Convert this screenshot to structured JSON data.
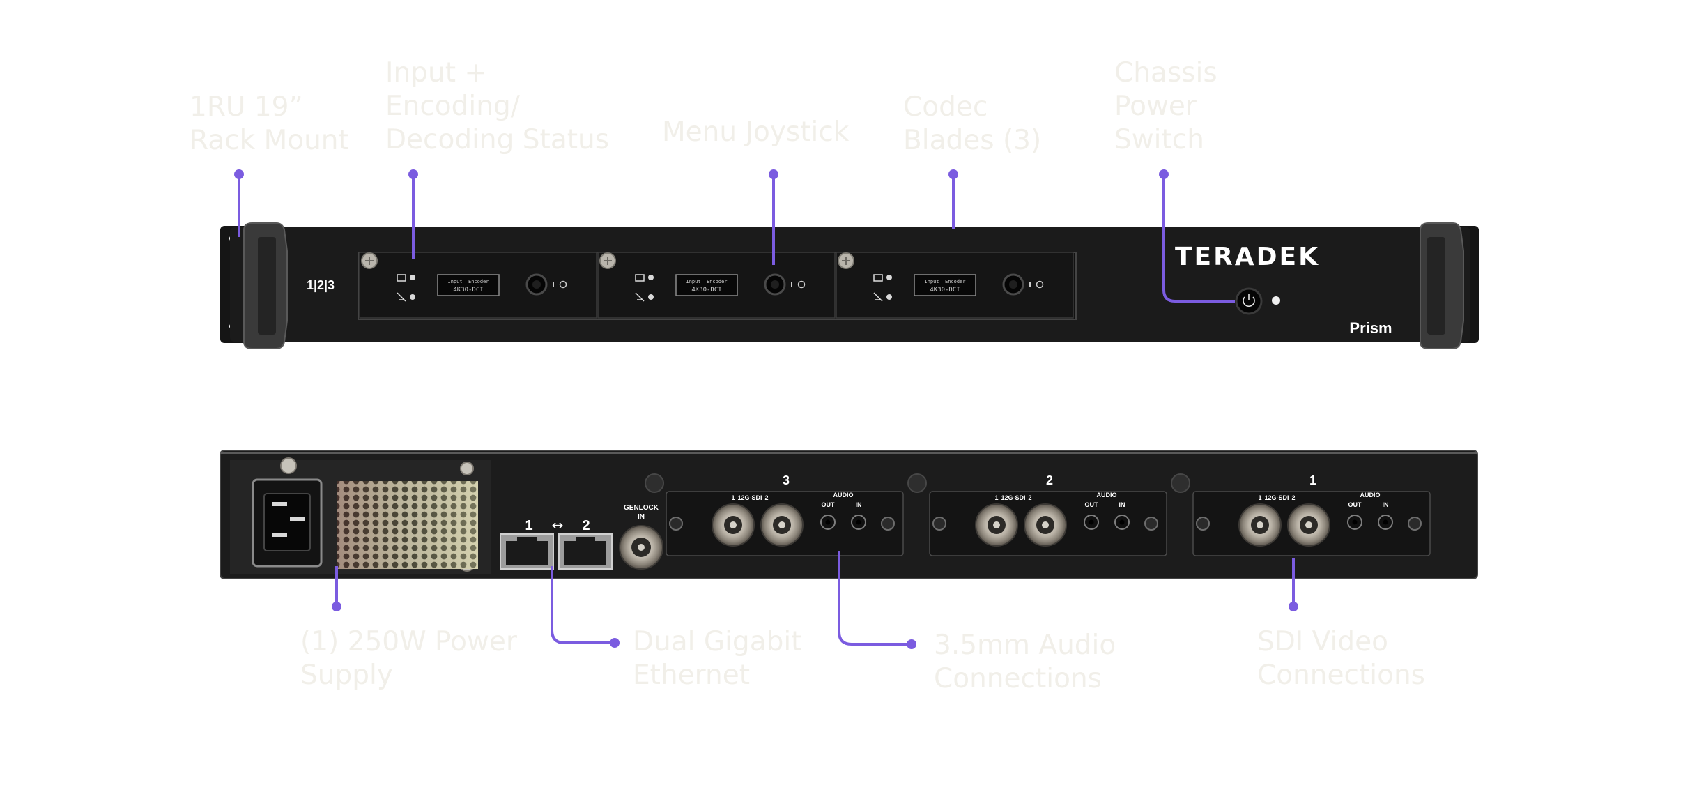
{
  "callouts": {
    "rack_mount": "1RU 19”\nRack Mount",
    "status": "Input +\nEncoding/\nDecoding Status",
    "joystick": "Menu Joystick",
    "codec_blades": "Codec\nBlades (3)",
    "power_switch": "Chassis\nPower\nSwitch",
    "power_supply": "(1) 250W Power\nSupply",
    "ethernet": "Dual Gigabit\nEthernet",
    "audio": "3.5mm Audio\nConnections",
    "sdi": "SDI Video\nConnections"
  },
  "front": {
    "brand": "TERADEK",
    "model": "Prism",
    "slot_numbers": "1|2|3",
    "blade_screen_top": "Input——Encoder",
    "blade_screen_bottom": "4K30-DCI"
  },
  "rear": {
    "eth_port_1": "1",
    "eth_port_2": "2",
    "eth_arrow": "↔",
    "genlock_line1": "GENLOCK",
    "genlock_line2": "IN",
    "blades": [
      {
        "number": "3",
        "sdi_label": "12G-SDI",
        "sdi_1": "1",
        "sdi_2": "2",
        "audio": "AUDIO",
        "out": "OUT",
        "in": "IN"
      },
      {
        "number": "2",
        "sdi_label": "12G-SDI",
        "sdi_1": "1",
        "sdi_2": "2",
        "audio": "AUDIO",
        "out": "OUT",
        "in": "IN"
      },
      {
        "number": "1",
        "sdi_label": "12G-SDI",
        "sdi_1": "1",
        "sdi_2": "2",
        "audio": "AUDIO",
        "out": "OUT",
        "in": "IN"
      }
    ]
  },
  "colors": {
    "accent": "#7b5ce0",
    "chassis": "#1b1b1b",
    "label": "#f1efe9"
  }
}
